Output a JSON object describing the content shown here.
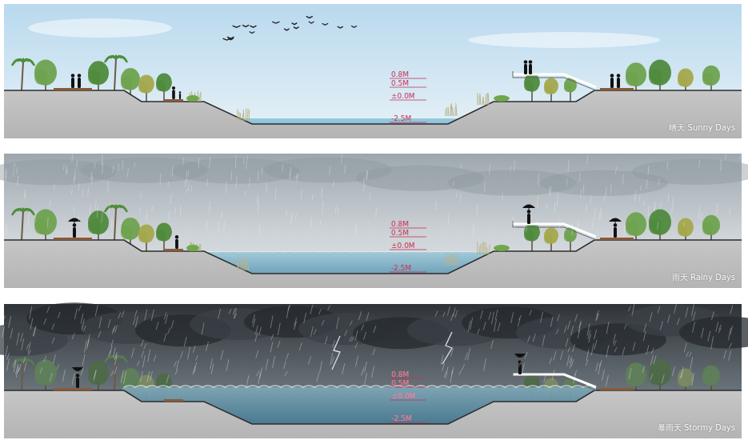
{
  "diagram": {
    "nodes": [
      {
        "text": [
          "晴天 Sunny Days"
        ]
      },
      {
        "text": [
          "雨天 Rainy Days"
        ]
      },
      {
        "text": [
          "暴雨天 Stormy Days"
        ]
      }
    ],
    "labels": [
      "0.8M",
      "0.5M",
      "±0.0M",
      "-2.5M",
      "0.8M",
      "0.5M",
      "±0.0M",
      "-2.5M",
      "0.8M",
      "0.5M",
      "±0.0M",
      "-2.5M"
    ]
  }
}
